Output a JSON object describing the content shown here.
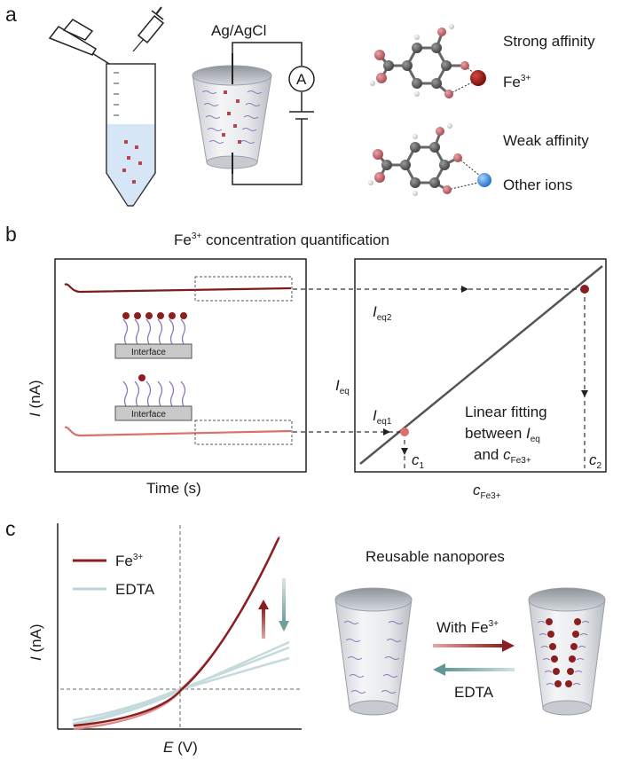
{
  "panels": {
    "a": {
      "letter": "a",
      "electrode": "Ag/AgCl",
      "ammeter": "A",
      "strong": "Strong affinity",
      "fe_ion": "Fe",
      "fe_charge": "3+",
      "weak": "Weak affinity",
      "other_ions": "Other ions"
    },
    "b": {
      "letter": "b",
      "title_main": "Fe",
      "title_sup": "3+",
      "title_rest": " concentration quantification",
      "ylabel_main": "I",
      "ylabel_rest": " (nA)",
      "xlabel": "Time (s)",
      "interface_label": "Interface",
      "ieq_main": "I",
      "ieq_sub": "eq",
      "ieq1_sub": "eq1",
      "ieq2_sub": "eq2",
      "fit_line1": "Linear fitting",
      "fit_line2_pre": "between ",
      "fit_line3_pre": "and ",
      "c_main": "c",
      "c1_sub": "1",
      "c2_sub": "2",
      "c_fe_sub": "Fe3+"
    },
    "c": {
      "letter": "c",
      "ylabel_main": "I",
      "ylabel_rest": " (nA)",
      "xlabel_main": "E",
      "xlabel_rest": " (V)",
      "legend": [
        {
          "main": "Fe",
          "sup": "3+",
          "color": "#8b1f1f"
        },
        {
          "main": "EDTA",
          "sup": "",
          "color": "#bcd4d6"
        }
      ],
      "title": "Reusable  nanopores",
      "with_fe_main": "With Fe",
      "with_fe_sup": "3+",
      "edta": "EDTA"
    }
  },
  "colors": {
    "fe_dark": "#8b1f1f",
    "fe_light": "#d9706d",
    "edta": "#bcd4d6",
    "edta_arrow": "#7aa8a6",
    "molecule_carbon": "#555555",
    "molecule_oxygen": "#c0696e",
    "other_ion": "#3b8ad8"
  }
}
